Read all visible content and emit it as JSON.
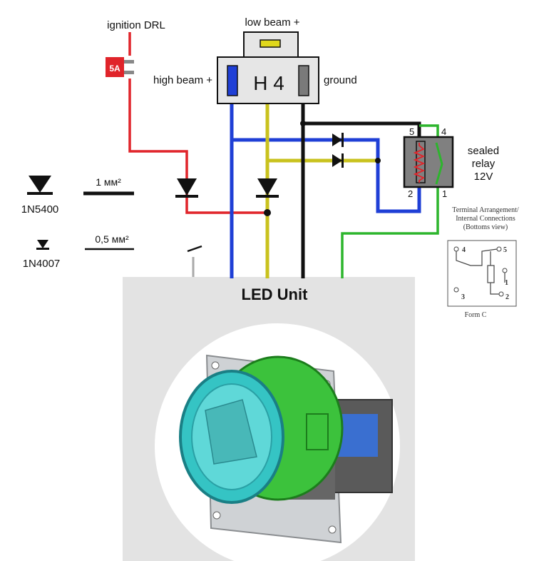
{
  "labels": {
    "ignition": "ignition DRL",
    "fuse": "5A",
    "low_beam": "low beam +",
    "high_beam": "high beam +",
    "ground": "ground",
    "connector": "H 4",
    "relay_line1": "sealed",
    "relay_line2": "relay",
    "relay_line3": "12V",
    "pin5": "5",
    "pin4": "4",
    "pin2": "2",
    "pin1": "1"
  },
  "legend": {
    "diode_big": "1N5400",
    "diode_small": "1N4007",
    "wire_thick": "1 мм²",
    "wire_thin": "0,5 мм²"
  },
  "relay_spec": {
    "title_line1": "Terminal Arrangement/",
    "title_line2": "Internal Connections",
    "title_line3": "(Bottoms view)",
    "pin4": "4",
    "pin5": "5",
    "pin1": "1",
    "pin3": "3",
    "pin2": "2",
    "form": "Form C"
  },
  "led_unit": {
    "title": "LED Unit"
  },
  "colors": {
    "red_wire": "#e0242a",
    "blue_wire": "#1f3fd6",
    "yellow_wire": "#c9c21e",
    "black_wire": "#111111",
    "green_wire": "#2db52d",
    "fuse": "#e0242a",
    "relay_body": "#808080",
    "led_panel": "#e3e3e3"
  }
}
